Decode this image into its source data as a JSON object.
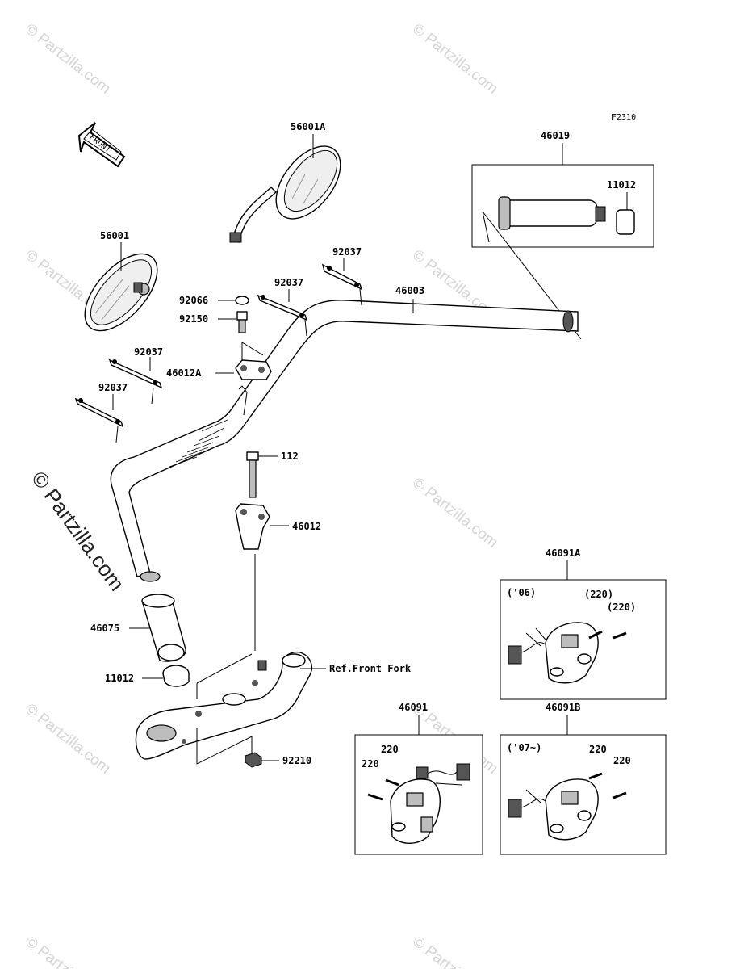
{
  "figure_code": "F2310",
  "front_arrow_label": "FRONT",
  "watermark": "© Partzilla.com",
  "watermark_main": "© Partzilla.com",
  "parts": {
    "mirror_right": "56001A",
    "mirror_left": "56001",
    "grip_assembly_right": "46019",
    "grip_end_right": "11012",
    "bar_weight_1": "92037",
    "bar_weight_2": "92037",
    "bar_weight_3": "92037",
    "bar_weight_4": "92037",
    "cap_small": "92066",
    "bolt_upper": "92150",
    "handlebar": "46003",
    "holder_upper": "46012A",
    "bolt": "112",
    "holder_lower": "46012",
    "grip_left": "46075",
    "grip_end_left": "11012",
    "ref_front_fork": "Ref.Front Fork",
    "nut": "92210",
    "switch_housing_a": "46091A",
    "switch_housing_b": "46091B",
    "switch_housing": "46091"
  },
  "boxes": {
    "a_year": "('06)",
    "a_screw_1": "(220)",
    "a_screw_2": "(220)",
    "b_year": "('07~)",
    "b_screw_1": "220",
    "b_screw_2": "220",
    "c_screw_1": "220",
    "c_screw_2": "220"
  }
}
